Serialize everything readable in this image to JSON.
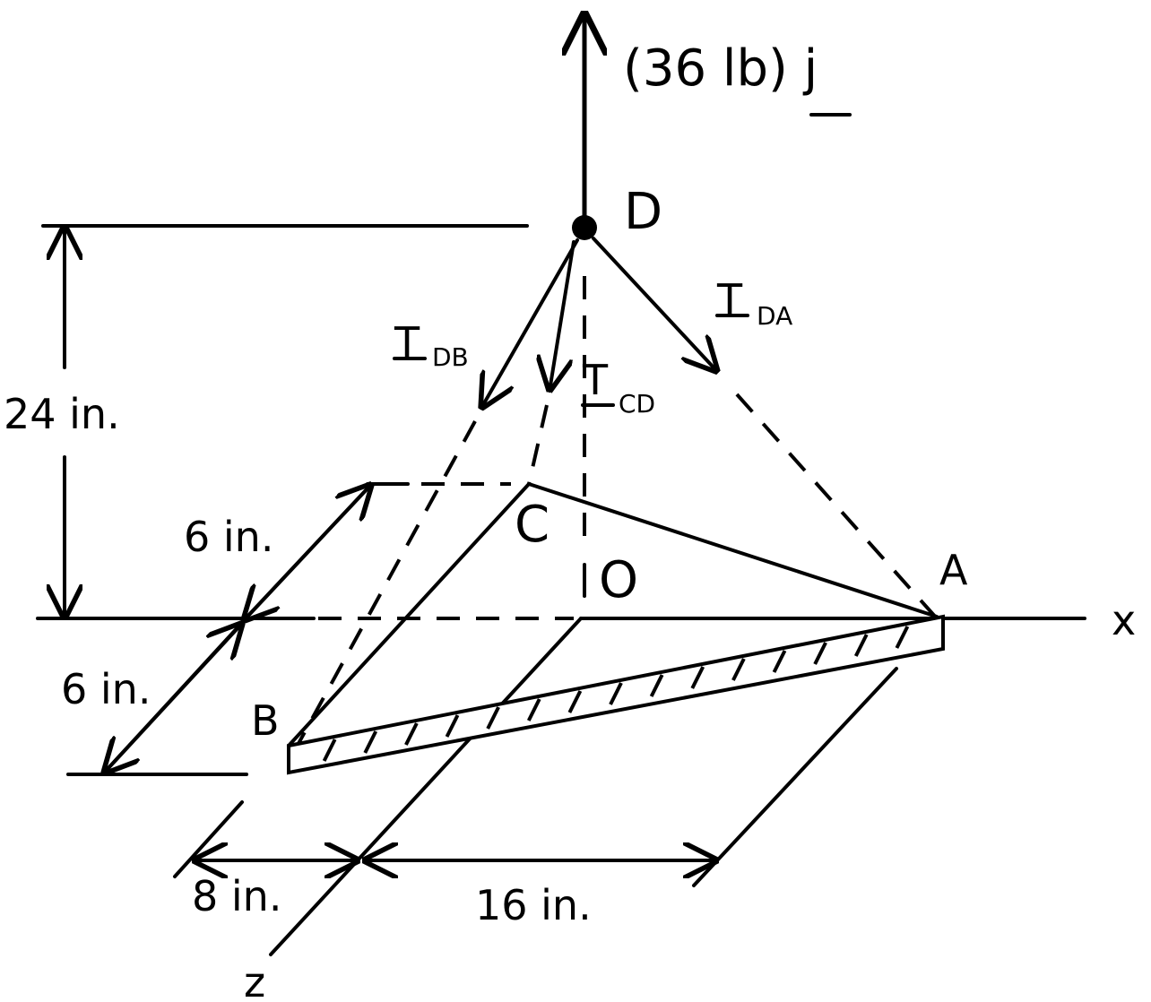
{
  "diagram": {
    "force_label": "(36 lb) j",
    "points": {
      "D": "D",
      "C": "C",
      "O": "O",
      "A": "A",
      "B": "B"
    },
    "axes": {
      "x": "x",
      "z": "z"
    },
    "tensions": {
      "DB": {
        "main": "T",
        "sub": "DB"
      },
      "CD": {
        "main": "T",
        "sub": "CD"
      },
      "DA": {
        "main": "T",
        "sub": "DA"
      }
    },
    "dimensions": {
      "height": "24 in.",
      "depth_top": "6 in.",
      "depth_bottom": "6 in.",
      "width_left": "8 in.",
      "width_right": "16 in."
    }
  }
}
